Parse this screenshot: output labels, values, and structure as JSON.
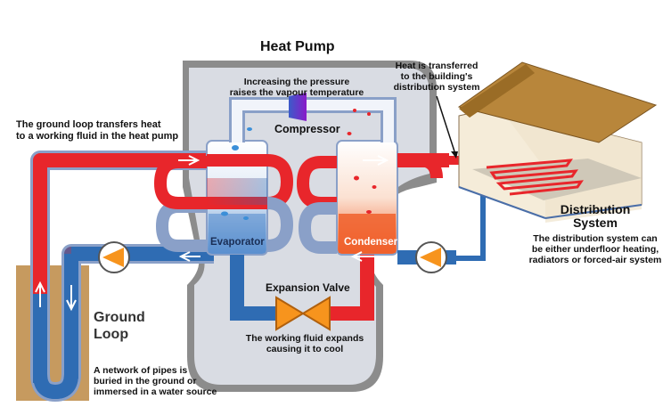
{
  "title": "Heat Pump",
  "labels": {
    "ground_loop_transfer": "The ground loop transfers heat\nto a working fluid in the heat pump",
    "pressure_note": "Increasing the pressure\nraises the vapour temperature",
    "compressor": "Compressor",
    "heat_transfer_note": "Heat is transferred\nto the building's\ndistribution system",
    "evaporator": "Evaporator",
    "condenser": "Condenser",
    "expansion_valve": "Expansion Valve",
    "expansion_note": "The working fluid expands\ncausing it to cool",
    "ground_loop": "Ground\nLoop",
    "ground_loop_desc": "A network of pipes is\nburied in the ground or\nimmersed in a water source",
    "distribution_system": "Distribution\nSystem",
    "distribution_desc": "The distribution system can\nbe either underfloor heating,\nradiators or forced-air system"
  },
  "colors": {
    "hot_pipe": "#e8262b",
    "cold_pipe": "#2f6cb3",
    "housing": "#d9dce3",
    "housing_frame": "#8c8c8c",
    "pump_orange": "#f7941d",
    "soil": "#c69a5f",
    "roof": "#b8863b"
  }
}
